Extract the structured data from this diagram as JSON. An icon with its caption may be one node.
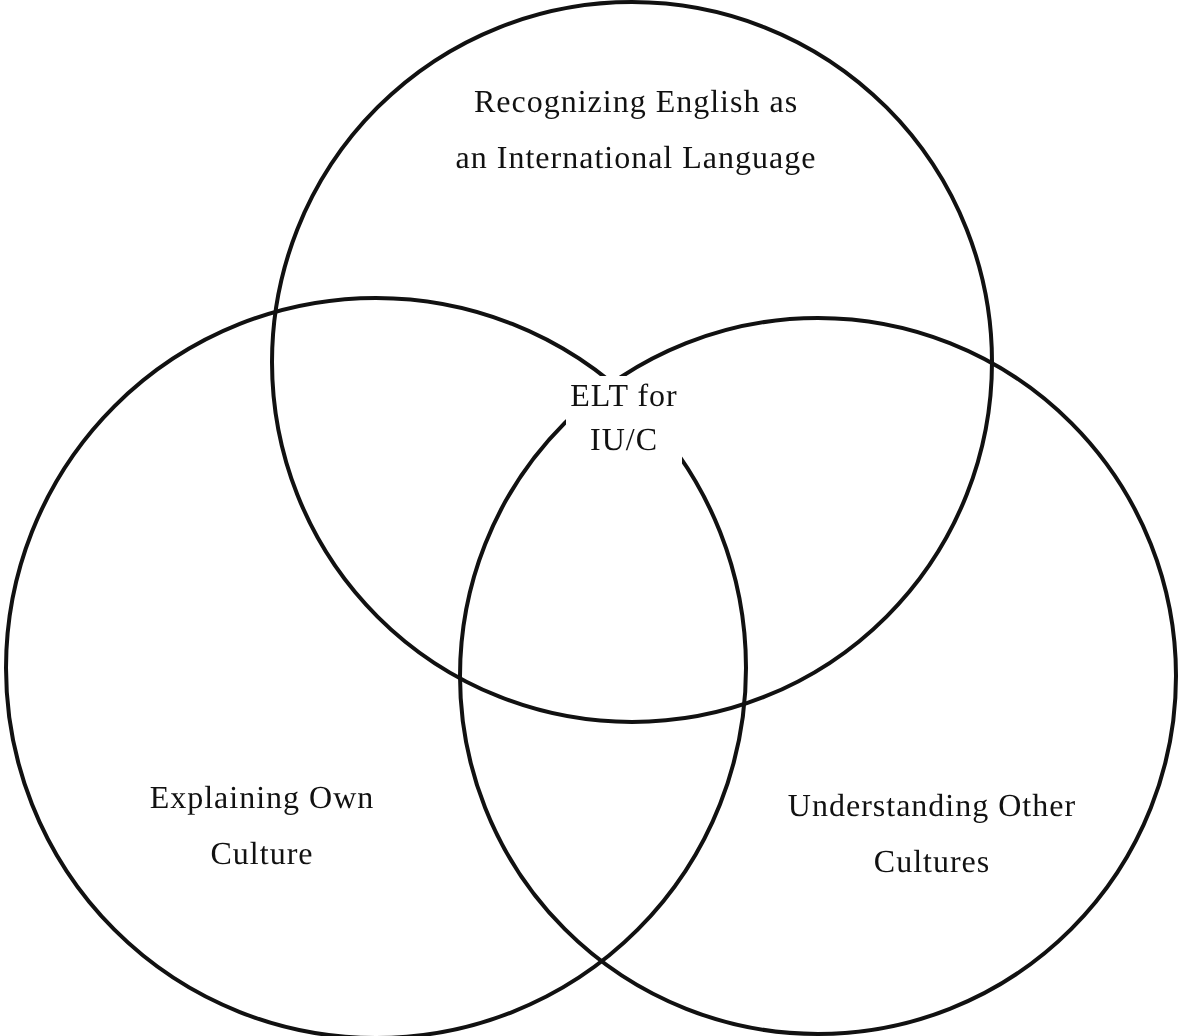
{
  "diagram": {
    "nodes": [
      {
        "text": [
          "Recognizing English as an International Language"
        ]
      },
      {
        "text": [
          "Explaining Own Culture"
        ]
      },
      {
        "text": [
          "Understanding Other Cultures"
        ]
      }
    ],
    "labels": [
      "ELT for IU/C"
    ]
  }
}
